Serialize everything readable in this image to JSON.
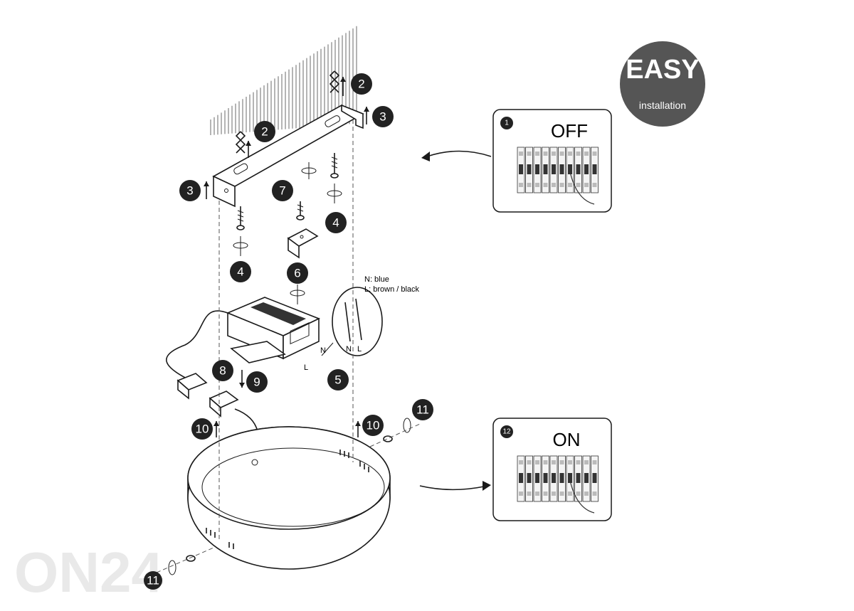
{
  "easy_badge": {
    "title": "EASY",
    "subtitle": "installation",
    "color": "#555555"
  },
  "panels": {
    "off": {
      "step": "1",
      "label": "OFF"
    },
    "on": {
      "step": "12",
      "label": "ON"
    }
  },
  "wiring_legend": {
    "neutral": "N: blue",
    "live": "L: brown / black"
  },
  "terminal_labels": {
    "n": "N",
    "l": "L",
    "inset_n": "N",
    "inset_l": "L"
  },
  "steps": {
    "s2a": "2",
    "s2b": "2",
    "s3a": "3",
    "s3b": "3",
    "s4a": "4",
    "s4b": "4",
    "s5": "5",
    "s6": "6",
    "s7": "7",
    "s8": "8",
    "s9": "9",
    "s10a": "10",
    "s10b": "10",
    "s11a": "11",
    "s11b": "11"
  },
  "watermark": "ON24",
  "colors": {
    "ink": "#1a1a1a",
    "badge": "#222222",
    "watermark": "#e6e6e6"
  }
}
